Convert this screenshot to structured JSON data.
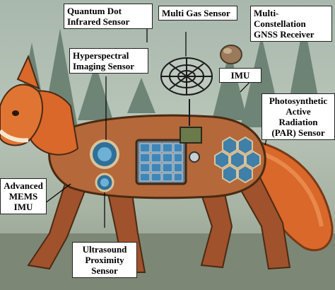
{
  "labels": {
    "quantum_dot": {
      "line1": "Quantum Dot",
      "line2": "Infrared Sensor"
    },
    "multi_gas": {
      "text": "Multi Gas Sensor"
    },
    "gnss": {
      "line1": "Multi-",
      "line2": "Constellation",
      "line3": "GNSS Receiver"
    },
    "hyperspectral": {
      "line1": "Hyperspectral",
      "line2": "Imaging Sensor"
    },
    "imu": {
      "text": "IMU"
    },
    "par": {
      "line1": "Photosynthetic",
      "line2": "Active",
      "line3": "Radiation",
      "line4": "(PAR) Sensor"
    },
    "mems": {
      "line1": "Advanced",
      "line2": "MEMS",
      "line3": "IMU"
    },
    "ultrasound": {
      "line1": "Ultrasound",
      "line2": "Proximity",
      "line3": "Sensor"
    }
  },
  "colors": {
    "fur": "#d9682a",
    "armor": "#a0522d",
    "sensor_glow": "#5fa8d3",
    "sky": "#b7c4b8",
    "trees": "#3f5a4a"
  }
}
